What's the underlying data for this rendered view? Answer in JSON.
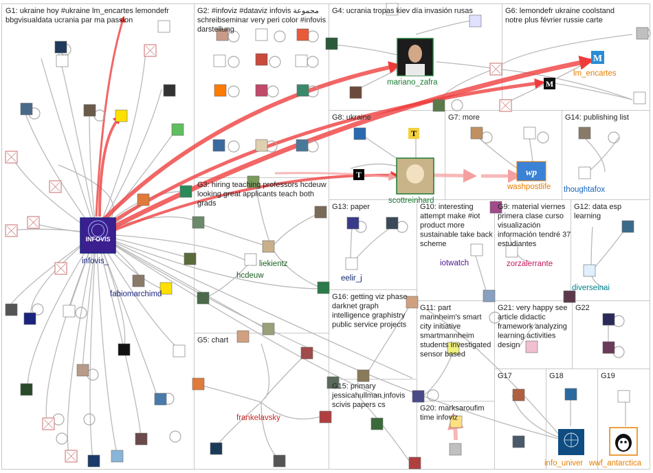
{
  "groups": [
    {
      "id": "G1",
      "text": "G1: ukraine hoy #ukraine lm_encartes lemondefr bbgvisualdata ucrania par ma passion"
    },
    {
      "id": "G2",
      "text": "G2: #infoviz #dataviz infovis مجموعة schreibseminar very peri color #infovis darstellung"
    },
    {
      "id": "G3",
      "text": "G3: hiring teaching professors hcdeuw looking great applicants teach both grads"
    },
    {
      "id": "G4",
      "text": "G4: ucrania tropas kiev día invasión rusas"
    },
    {
      "id": "G5",
      "text": "G5: chart"
    },
    {
      "id": "G6",
      "text": "G6: lemondefr ukraine coolstand notre plus février russie carte"
    },
    {
      "id": "G7",
      "text": "G7: more"
    },
    {
      "id": "G8",
      "text": "G8: ukraine"
    },
    {
      "id": "G9",
      "text": "G9: material viernes primera clase curso visualización información tendré 37 estudiantes"
    },
    {
      "id": "G10",
      "text": "G10: interesting attempt make #iot product more sustainable take back scheme"
    },
    {
      "id": "G11",
      "text": "G11: part mannheim's smart city initiative smartmannheim students investigated sensor based"
    },
    {
      "id": "G12",
      "text": "G12: data esp learning"
    },
    {
      "id": "G13",
      "text": "G13: paper"
    },
    {
      "id": "G14",
      "text": "G14: publishing list"
    },
    {
      "id": "G15",
      "text": "G15: primary jessicahullman infovis scivis papers cs"
    },
    {
      "id": "G16",
      "text": "G16: getting viz phase darknet graph intelligence graphistry public service projects"
    },
    {
      "id": "G17",
      "text": "G17"
    },
    {
      "id": "G18",
      "text": "G18"
    },
    {
      "id": "G19",
      "text": "G19"
    },
    {
      "id": "G20",
      "text": "G20: marksaroufim time infoviz"
    },
    {
      "id": "G21",
      "text": "G21: very happy see article didactic framework analyzing learning activities design"
    },
    {
      "id": "G22",
      "text": "G22"
    }
  ],
  "labeled_nodes": [
    {
      "id": "infovis",
      "label": "infovis_",
      "color": "#1a237e",
      "icon": "infovis-logo"
    },
    {
      "id": "fabiomarchimd",
      "label": "fabiomarchimd",
      "color": "#1a237e",
      "icon": "avatar"
    },
    {
      "id": "hcdeuw",
      "label": "hcdeuw",
      "color": "#1b5e20",
      "icon": "avatar"
    },
    {
      "id": "liekientz",
      "label": "liekientz",
      "color": "#1b5e20",
      "icon": "avatar"
    },
    {
      "id": "mariano_zafra",
      "label": "mariano_zafra",
      "color": "#1b7a35",
      "icon": "portrait"
    },
    {
      "id": "lm_encartes",
      "label": "lm_encartes",
      "color": "#e67e00",
      "icon": "lemonde-logo"
    },
    {
      "id": "scottreinhard",
      "label": "scottreinhard",
      "color": "#1b7a35",
      "icon": "portrait"
    },
    {
      "id": "washpostlife",
      "label": "washpostlife",
      "color": "#e67e00",
      "icon": "wp-logo"
    },
    {
      "id": "thoughtafox",
      "label": "thoughtafox",
      "color": "#1565c0",
      "icon": "avatar"
    },
    {
      "id": "eelir_j",
      "label": "eelir_j",
      "color": "#0d2a6b",
      "icon": "avatar"
    },
    {
      "id": "iotwatch",
      "label": "iotwatch",
      "color": "#4a148c",
      "icon": "avatar"
    },
    {
      "id": "zorzalerrante",
      "label": "zorzalerrante",
      "color": "#c2185b",
      "icon": "avatar"
    },
    {
      "id": "diverseinai",
      "label": "diverseinai",
      "color": "#00838f",
      "icon": "avatar"
    },
    {
      "id": "frankelavsky",
      "label": "frankelavsky",
      "color": "#c62828",
      "icon": "avatar"
    },
    {
      "id": "info_univer",
      "label": "info_univer",
      "color": "#e67e00",
      "icon": "avatar"
    },
    {
      "id": "wwf_antarctica",
      "label": "wwf_antarctica",
      "color": "#e67e00",
      "icon": "panda-logo"
    }
  ]
}
